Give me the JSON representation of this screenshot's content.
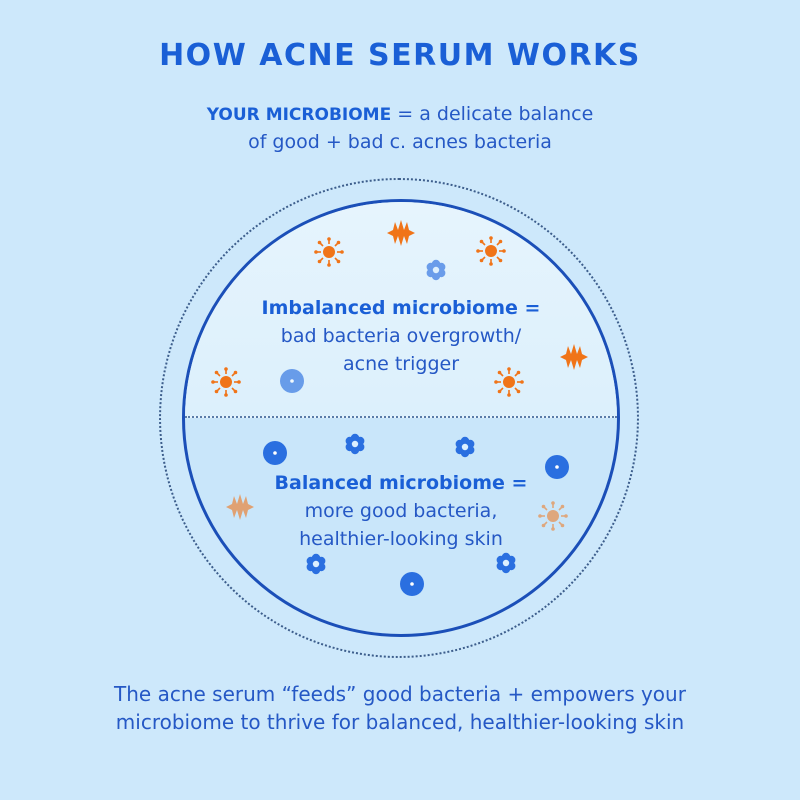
{
  "header": {
    "title": "HOW ACNE SERUM WORKS"
  },
  "intro": {
    "bold": "YOUR MICROBIOME",
    "line1_rest": " = a delicate balance",
    "line2": "of good + bad c. acnes bacteria"
  },
  "diagram": {
    "imbalanced": {
      "heading": "Imbalanced microbiome =",
      "line2": "bad bacteria overgrowth/",
      "line3": "acne trigger"
    },
    "balanced": {
      "heading": "Balanced microbiome =",
      "line2": "more good bacteria,",
      "line3": "healthier-looking skin"
    },
    "icons": [
      {
        "name": "bad-bacteria-sunburst-icon",
        "color": "#f07418"
      },
      {
        "name": "bad-bacteria-spiky-icon",
        "color": "#f07418"
      },
      {
        "name": "good-bacteria-flower-icon",
        "color": "#2a6fe0"
      },
      {
        "name": "good-bacteria-disc-icon",
        "color": "#2a6fe0"
      }
    ]
  },
  "footer": {
    "line1": "The acne serum “feeds” good bacteria + empowers your",
    "line2": "microbiome to thrive for balanced, healthier-looking skin"
  },
  "colors": {
    "background": "#cde8fb",
    "primary_blue": "#1a5fd6",
    "bad_orange": "#f07418",
    "ring": "#1b4fb8"
  }
}
